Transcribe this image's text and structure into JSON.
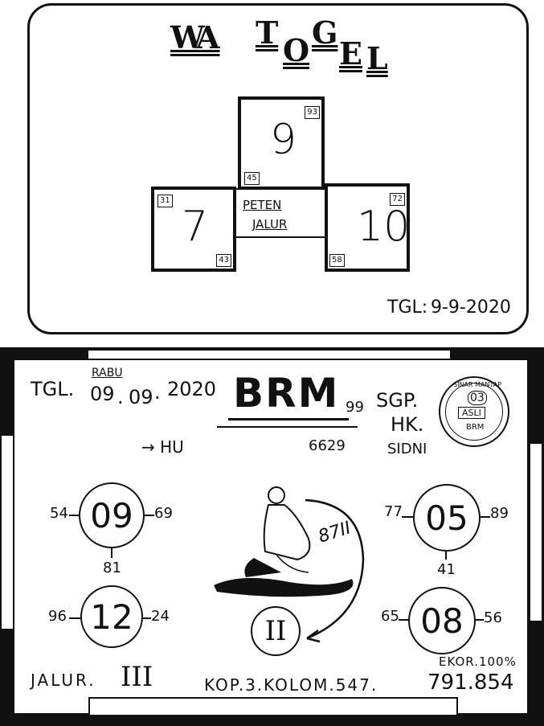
{
  "top_card": {
    "title_letters": [
      "W",
      "A",
      "T",
      "O",
      "G",
      "E",
      "L"
    ],
    "center_top_number": "9",
    "center_top_corner_tr": "93",
    "center_top_corner_bl": "45",
    "left_number": "7",
    "left_corner_tl": "31",
    "left_corner_br": "43",
    "right_number": "10",
    "right_corner_tr": "72",
    "right_corner_bl": "58",
    "middle_label_line1": "PETEN",
    "middle_label_line2": "JALUR",
    "date_label": "TGL:",
    "date_value": "9-9-2020"
  },
  "bottom_card": {
    "tgl_label": "TGL.",
    "day": "RABU",
    "date_parts": [
      "09",
      "09",
      "2020"
    ],
    "title": "BRM",
    "title_suffix": "99",
    "markets": [
      "SGP.",
      "HK."
    ],
    "sidney": "SIDNI",
    "partial_text_left": "→ HU",
    "partial_text_right": "6629",
    "stamp_top": "SINAR MANTAP",
    "stamp_mid": "03",
    "stamp_asli": "ASLI",
    "stamp_bottom": "BRM",
    "circles": [
      {
        "value": "09",
        "left": "54",
        "right": "69",
        "below": "81"
      },
      {
        "value": "05",
        "left": "77",
        "right": "89",
        "below": "41"
      },
      {
        "value": "12",
        "left": "96",
        "right": "24",
        "below": ""
      },
      {
        "value": "08",
        "left": "65",
        "right": "56",
        "below": ""
      }
    ],
    "center_circle": "II",
    "center_annotation": "87II",
    "jalur_label": "JALUR.",
    "jalur_value": "III",
    "kop_text": "KOP.3.KOLOM.547.",
    "ekor_label": "EKOR.100%",
    "ekor_value": "791.854"
  }
}
